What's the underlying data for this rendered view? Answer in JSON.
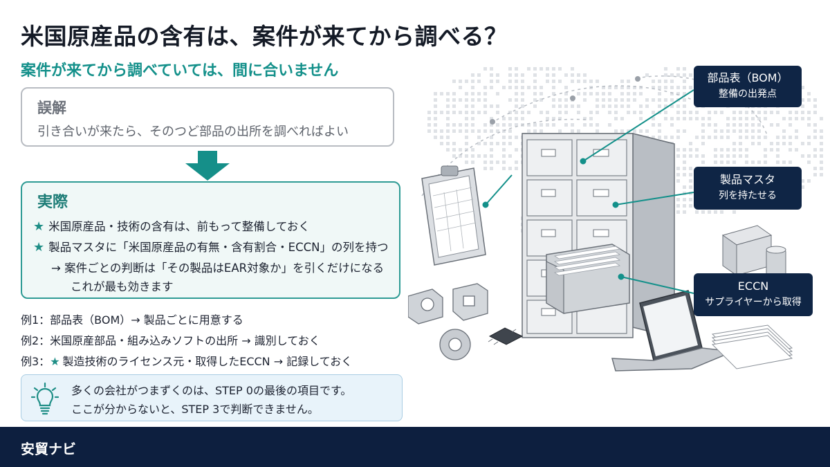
{
  "title": "米国原産品の含有は、案件が来てから調べる？",
  "subtitle": "案件が来てから調べていては、間に合いません",
  "myth": {
    "heading": "誤解",
    "text": "引き合いが来たら、そのつど部品の出所を調べればよい"
  },
  "reality": {
    "heading": "実際",
    "items": [
      "米国原産品・技術の含有は、前もって整備しておく",
      "製品マスタに「米国原産品の有無・含有割合・ECCN」の列を持つ"
    ],
    "result_line1": "→ 案件ごとの判断は「その製品はEAR対象か」を引くだけになる",
    "result_line2": "これが最も効きます"
  },
  "examples": [
    "例1：部品表（BOM）→ 製品ごとに用意する",
    "例2：米国原産部品・組み込みソフトの出所 → 識別しておく",
    {
      "prefix": "例3：",
      "text": "製造技術のライセンス元・取得したECCN → 記録しておく"
    }
  ],
  "tip": {
    "line1": "多くの会社がつまずくのは、STEP 0の最後の項目です。",
    "line2": "ここが分からないと、STEP 3で判断できません。"
  },
  "callouts": [
    {
      "line1": "部品表（BOM）",
      "line2": "整備の出発点"
    },
    {
      "line1": "製品マスタ",
      "line2": "列を持たせる"
    },
    {
      "line1": "ECCN",
      "line2": "サプライヤーから取得"
    }
  ],
  "footer": "安貿ナビ",
  "icons": [
    "down-arrow-icon",
    "star-icon",
    "lightbulb-icon",
    "file-cabinet",
    "clipboard",
    "laptop",
    "box",
    "gear",
    "chip",
    "world-map"
  ],
  "colors": {
    "teal": "#13908a",
    "navy": "#0f2545",
    "footer": "#0d1f3f",
    "tip_bg": "#e8f3fa"
  }
}
